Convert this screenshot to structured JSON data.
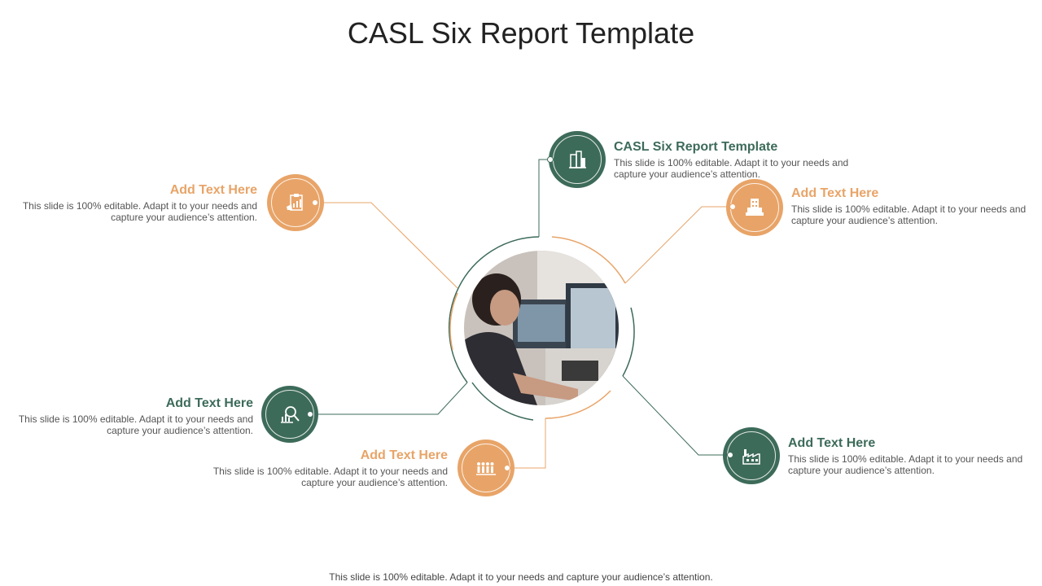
{
  "title": "CASL Six Report Template",
  "colors": {
    "green": "#3d6b5a",
    "orange": "#e8a468"
  },
  "items": [
    {
      "id": "top",
      "heading": "CASL Six Report Template",
      "body": "This slide is 100% editable. Adapt it to your needs and capture your audience’s attention.",
      "color": "green",
      "icon": "building-icon"
    },
    {
      "id": "upper-left",
      "heading": "Add Text Here",
      "body": "This slide is 100% editable. Adapt it to your needs and capture your audience’s attention.",
      "color": "orange",
      "icon": "report-clipboard-icon"
    },
    {
      "id": "upper-right",
      "heading": "Add Text Here",
      "body": "This slide is 100% editable. Adapt it to your needs and capture your audience’s attention.",
      "color": "orange",
      "icon": "office-building-icon"
    },
    {
      "id": "lower-left",
      "heading": "Add Text Here",
      "body": "This slide is 100% editable. Adapt it to your needs and capture your audience’s attention.",
      "color": "green",
      "icon": "chart-search-icon"
    },
    {
      "id": "bottom",
      "heading": "Add Text Here",
      "body": "This slide is 100% editable. Adapt it to your needs and capture your audience’s attention.",
      "color": "orange",
      "icon": "people-group-icon"
    },
    {
      "id": "lower-right",
      "heading": "Add Text Here",
      "body": "This slide is 100% editable. Adapt it to your needs and capture your audience’s attention.",
      "color": "green",
      "icon": "factory-icon"
    }
  ],
  "footer": "This slide is 100% editable. Adapt it to your needs and capture your audience’s attention."
}
